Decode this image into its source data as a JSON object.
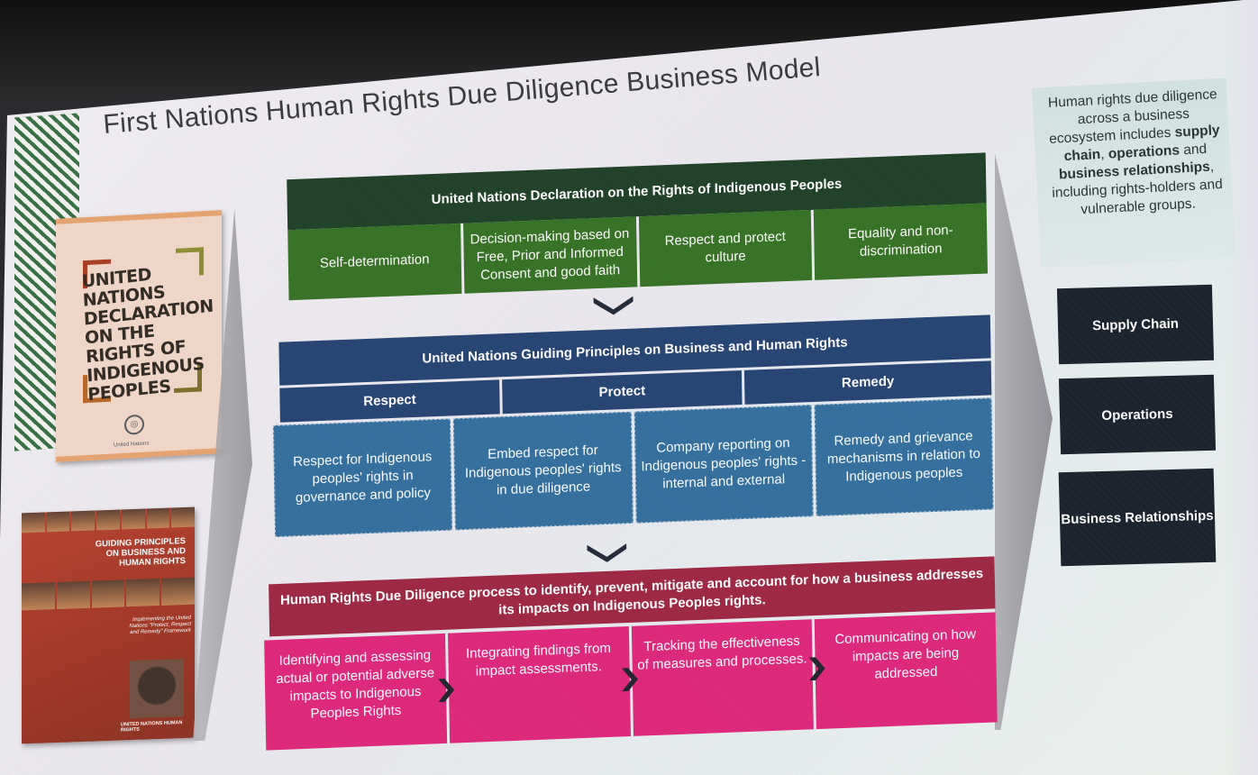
{
  "slide": {
    "title": "First Nations Human Rights Due Diligence Business Model"
  },
  "books": {
    "undrip_cover_title": "UNITED NATIONS DECLARATION ON THE RIGHTS OF INDIGENOUS PEOPLES",
    "undrip_publisher": "United Nations",
    "ungp_cover_title": "GUIDING PRINCIPLES ON BUSINESS AND HUMAN RIGHTS",
    "ungp_cover_subtitle": "Implementing the United Nations \"Protect, Respect and Remedy\" Framework",
    "ungp_publisher": "UNITED NATIONS HUMAN RIGHTS"
  },
  "undrip": {
    "header": "United Nations Declaration on the Rights of Indigenous Peoples",
    "cells": [
      "Self-determination",
      "Decision-making based on Free, Prior and Informed Consent and good faith",
      "Respect and protect culture",
      "Equality and non-discrimination"
    ]
  },
  "ungp": {
    "header": "United Nations Guiding Principles on Business and Human Rights",
    "pillars": [
      "Respect",
      "Protect",
      "Remedy"
    ],
    "cells": [
      "Respect for Indigenous peoples' rights in governance and policy",
      "Embed respect for Indigenous peoples' rights in due diligence",
      "Company reporting on Indigenous peoples' rights - internal and external",
      "Remedy and grievance mechanisms in relation to Indigenous peoples"
    ]
  },
  "hrdd": {
    "header": "Human Rights Due Diligence process to identify, prevent, mitigate and account for how a business addresses its impacts on Indigenous Peoples rights.",
    "steps": [
      "Identifying and assessing actual or potential adverse impacts to Indigenous Peoples Rights",
      "Integrating findings from impact assessments.",
      "Tracking the effectiveness of measures and processes.",
      "Communicating on how impacts are being addressed"
    ]
  },
  "sidebar": {
    "text_parts": {
      "p1": "Human rights due diligence across a business ecosystem includes ",
      "b1": "supply chain",
      "p2": ", ",
      "b2": "operations",
      "p3": " and ",
      "b3": "business relationships",
      "p4": ", including rights-holders and vulnerable groups."
    },
    "ecosystem": [
      "Supply Chain",
      "Operations",
      "Business Relationships"
    ]
  },
  "colors": {
    "undrip_header": "#163a1f",
    "undrip_cell": "#2f6d1d",
    "ungp_header": "#1d3d6d",
    "ungp_cell": "#2c6a9b",
    "hrdd_header": "#9c1f3c",
    "hrdd_cell": "#e01f78",
    "ecosystem_box": "#121a24"
  }
}
